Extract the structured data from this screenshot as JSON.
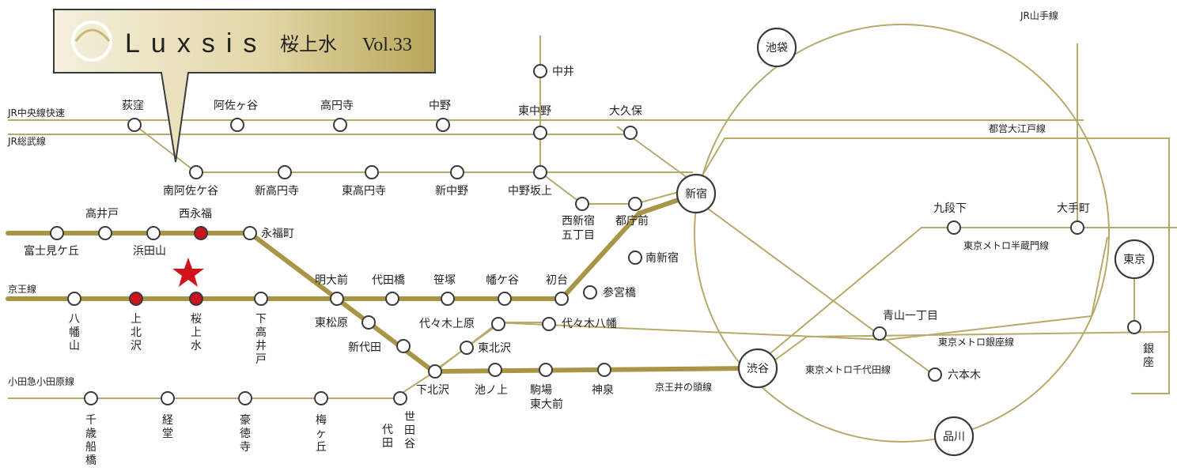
{
  "logo": {
    "brand": "Luxsis",
    "station": "桜上水",
    "volume": "Vol.33"
  },
  "lines": {
    "jr_chuo": "JR中央線快速",
    "jr_sobu": "JR総武線",
    "keio": "京王線",
    "odakyu": "小田急小田原線",
    "yamanote": "JR山手線",
    "oedo": "都営大江戸線",
    "hanzomon": "東京メトロ半蔵門線",
    "ginza": "東京メトロ銀座線",
    "chiyoda": "東京メトロ千代田線",
    "inokashira": "京王井の頭線"
  },
  "hubs": {
    "ikebukuro": "池袋",
    "shinjuku": "新宿",
    "shibuya": "渋谷",
    "tokyo": "東京",
    "shinagawa": "品川"
  },
  "stations": {
    "nakai": "中井",
    "ogikubo": "荻窪",
    "asagaya": "阿佐ヶ谷",
    "koenji": "高円寺",
    "nakano": "中野",
    "higashinakano": "東中野",
    "okubo": "大久保",
    "minamiasagaya": "南阿佐ケ谷",
    "shinkoenji": "新高円寺",
    "higashikoenji": "東高円寺",
    "shinnakano": "新中野",
    "nakanosakaue": "中野坂上",
    "nishishinjuku5": "西新宿\n五丁目",
    "tochomae": "都庁前",
    "minamishinjuku": "南新宿",
    "takaido": "高井戸",
    "nishieifuku": "西永福",
    "fujimigaoka": "富士見ケ丘",
    "hamadayama": "浜田山",
    "eifukucho": "永福町",
    "meidaimae": "明大前",
    "daitabashi": "代田橋",
    "sasazuka": "笹塚",
    "hatagaya": "幡ケ谷",
    "hatsudai": "初台",
    "sanguubashi": "参宮橋",
    "hachimanyama": "八幡山",
    "kamikitazawa": "上北沢",
    "sakurajosui": "桜上水",
    "shimotakaido": "下高井戸",
    "higashimatsubara": "東松原",
    "shindaita": "新代田",
    "yoyogiuehara": "代々木上原",
    "yoyogihachiman": "代々木八幡",
    "higashikitazawa": "東北沢",
    "shimokitazawa": "下北沢",
    "ikenoue": "池ノ上",
    "komabatodaimae": "駒場\n東大前",
    "shinsen": "神泉",
    "chitosefunabashi": "千歳船橋",
    "kyodo": "経堂",
    "gotokuji": "豪徳寺",
    "umegaoka": "梅ヶ丘",
    "setagayadaita": "世田谷\n代田",
    "kudanshita": "九段下",
    "otemachi": "大手町",
    "aoyama1": "青山一丁目",
    "roppongi": "六本木",
    "ginza": "銀座"
  },
  "colors": {
    "thick_line": "#a89545",
    "thin_line": "#b9a96a",
    "highlight_station": "#c8141e",
    "star": "#d0121b",
    "logo_bg": "#d9cf9c"
  }
}
